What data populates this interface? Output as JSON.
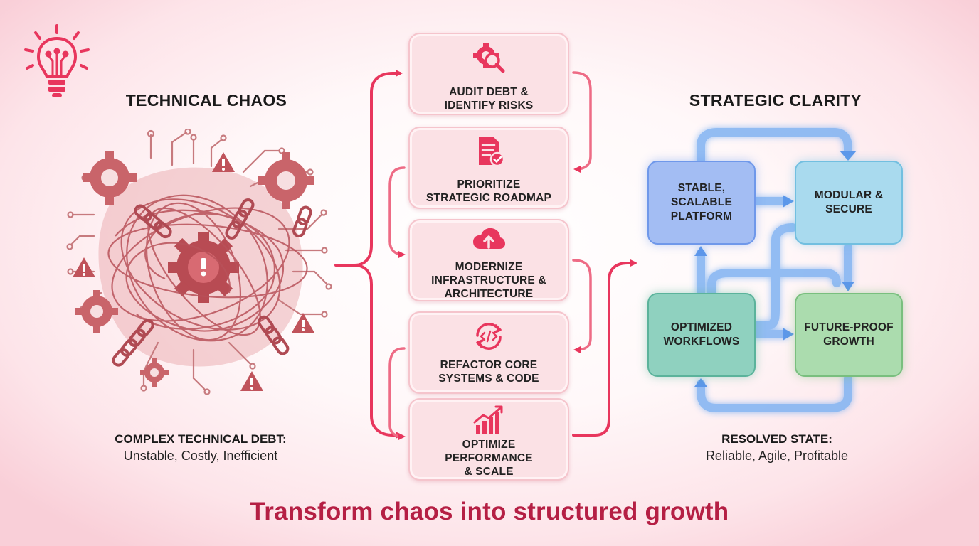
{
  "left": {
    "title": "TECHNICAL CHAOS",
    "caption_strong": "COMPLEX TECHNICAL DEBT:",
    "caption_light": "Unstable, Costly, Inefficient"
  },
  "steps": [
    {
      "icon": "gear-magnifier-icon",
      "lines": [
        "AUDIT DEBT &",
        "IDENTIFY RISKS"
      ]
    },
    {
      "icon": "checklist-document-icon",
      "lines": [
        "PRIORITIZE",
        "STRATEGIC ROADMAP"
      ]
    },
    {
      "icon": "cloud-upload-icon",
      "lines": [
        "MODERNIZE",
        "INFRASTRUCTURE &",
        "ARCHITECTURE"
      ]
    },
    {
      "icon": "code-refresh-icon",
      "lines": [
        "REFACTOR CORE",
        "SYSTEMS & CODE"
      ]
    },
    {
      "icon": "growth-chart-icon",
      "lines": [
        "OPTIMIZE",
        "PERFORMANCE",
        "& SCALE"
      ]
    }
  ],
  "right": {
    "title": "STRATEGIC CLARITY",
    "nodes": [
      {
        "lines": [
          "STABLE,",
          "SCALABLE",
          "PLATFORM"
        ],
        "color": "#9fb8f2"
      },
      {
        "lines": [
          "MODULAR &",
          "SECURE"
        ],
        "color": "#a7d8ec"
      },
      {
        "lines": [
          "OPTIMIZED",
          "WORKFLOWS"
        ],
        "color": "#8fd0bd"
      },
      {
        "lines": [
          "FUTURE-PROOF",
          "GROWTH"
        ],
        "color": "#a9dbad"
      }
    ],
    "caption_strong": "RESOLVED STATE:",
    "caption_light": "Reliable, Agile, Profitable"
  },
  "footer": "Transform chaos into structured growth",
  "colors": {
    "accent": "#e8365d",
    "chaos": "#c05a5f",
    "footer_text": "#b51f44",
    "flow_blue": "#6aa3ee"
  }
}
